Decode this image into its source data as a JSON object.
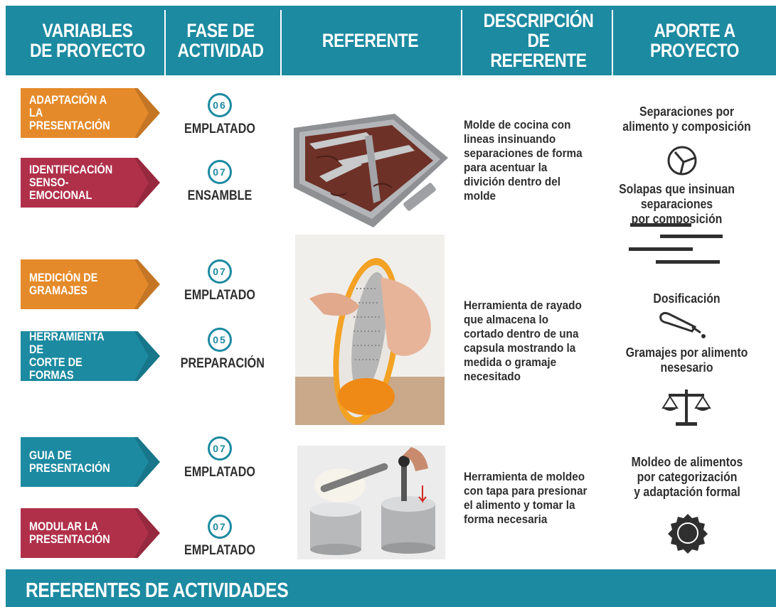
{
  "header": {
    "col1": "VARIABLES\nDE PROYECTO",
    "col2": "FASE DE\nACTIVIDAD",
    "col3": "REFERENTE",
    "col4": "DESCRIPCIÓN DE\nREFERENTE",
    "col5": "APORTE A\nPROYECTO"
  },
  "variables": [
    "ADAPTACIÓN A LA\nPRESENTACIÓN",
    "IDENTIFICACIÓN\nSENSO-EMOCIONAL",
    "MEDICIÓN DE\nGRAMAJES",
    "HERRAMIENTA DE\nCORTE DE FORMAS",
    "GUIA DE\nPRESENTACIÓN",
    "MODULAR LA\nPRESENTACIÓN"
  ],
  "phases": [
    {
      "number": "06",
      "label": "EMPLATADO"
    },
    {
      "number": "07",
      "label": "ENSAMBLE"
    },
    {
      "number": "07",
      "label": "EMPLATADO"
    },
    {
      "number": "05",
      "label": "PREPARACIÓN"
    },
    {
      "number": "07",
      "label": "EMPLATADO"
    },
    {
      "number": "07",
      "label": "EMPLATADO"
    }
  ],
  "descriptions": [
    "Molde de cocina con\nlineas insinuando\nseparaciones de forma\npara acentuar la\ndivición dentro del\nmolde",
    "Herramienta de rayado\nque almacena lo\ncortado dentro de una\ncapsula mostrando la\nmedida o gramaje\nnecesitado",
    "Herramienta de moldeo\ncon tapa para presionar\nel alimento y tomar la\nforma necesaria"
  ],
  "contributions": [
    "Separaciones por\nalimento y composición",
    "Solapas que insinuan separaciones\npor composición",
    "Dosificación",
    "Gramajes por alimento\nnesesario",
    "Moldeo de alimentos\npor categorización\ny adaptación formal"
  ],
  "icons": [
    "separation-icon",
    "bars-icon",
    "dropper-icon",
    "scale-icon",
    "gear-seal-icon"
  ],
  "colors": {
    "teal": "#1c8aa1",
    "orange": "#e58a2a",
    "crimson": "#b0304a"
  },
  "footer": {
    "title": "REFERENTES DE ACTIVIDADES"
  }
}
